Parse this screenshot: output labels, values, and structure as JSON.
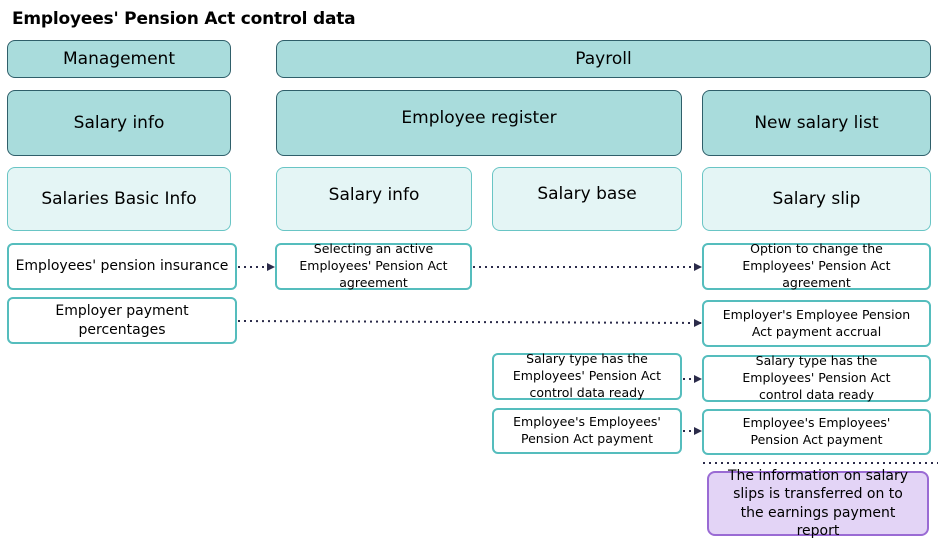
{
  "title": "Employees' Pension Act control data",
  "headers": {
    "management": "Management",
    "payroll": "Payroll"
  },
  "modules": {
    "salary_info": "Salary info",
    "employee_register": "Employee register",
    "new_salary_list": "New salary list"
  },
  "screens": {
    "salaries_basic_info": "Salaries Basic Info",
    "salary_info": "Salary info",
    "salary_base": "Salary base",
    "salary_slip": "Salary slip"
  },
  "items": {
    "pension_insurance": "Employees' pension insurance",
    "employer_percentages": "Employer payment percentages",
    "selecting_agreement": "Selecting an active Employees' Pension Act agreement",
    "option_change_agreement": "Option to change the Employees' Pension Act agreement",
    "employer_accrual": "Employer's Employee Pension Act payment accrual",
    "salary_type_ready_base": "Salary type has the Employees' Pension Act control data ready",
    "salary_type_ready_slip": "Salary type has the Employees' Pension Act control data ready",
    "employee_payment_base": "Employee's Employees' Pension Act payment",
    "employee_payment_slip": "Employee's Employees' Pension Act payment",
    "transfer_note": "The information on salary slips is transferred on to the earnings payment report"
  },
  "colors": {
    "dark_fill": "#a9dcdc",
    "light_fill": "#e4f5f5",
    "border_teal": "#55bdbd",
    "purple_fill": "#e3d4f6",
    "purple_border": "#9a6bd4",
    "connector": "#2b2b4a"
  }
}
